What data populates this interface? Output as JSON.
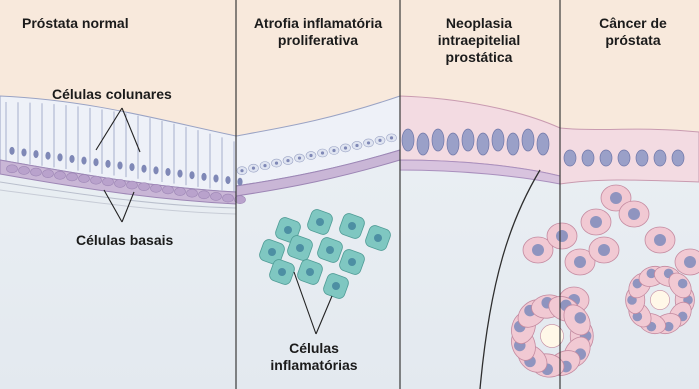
{
  "panels": [
    {
      "title": "Próstata normal"
    },
    {
      "title": "Atrofia inflamatória\nproliferativa"
    },
    {
      "title": "Neoplasia\nintraepitelial\nprostática"
    },
    {
      "title": "Câncer de\npróstata"
    }
  ],
  "annotations": {
    "columnar_cells": "Células colunares",
    "basal_cells": "Células basais",
    "inflammatory_cells": "Células\ninflamatórias"
  },
  "colors": {
    "lumen": "#f8e9dc",
    "stroma": "#e8edf1",
    "columnar_cell": "#eef1f8",
    "basal_cell": "#c9b6d6",
    "nucleus": "#7f88b6",
    "inflammatory_cell": "#7fc7c1",
    "neoplastic_cell": "#f1c9d3",
    "divider": "#3a3a3a"
  }
}
